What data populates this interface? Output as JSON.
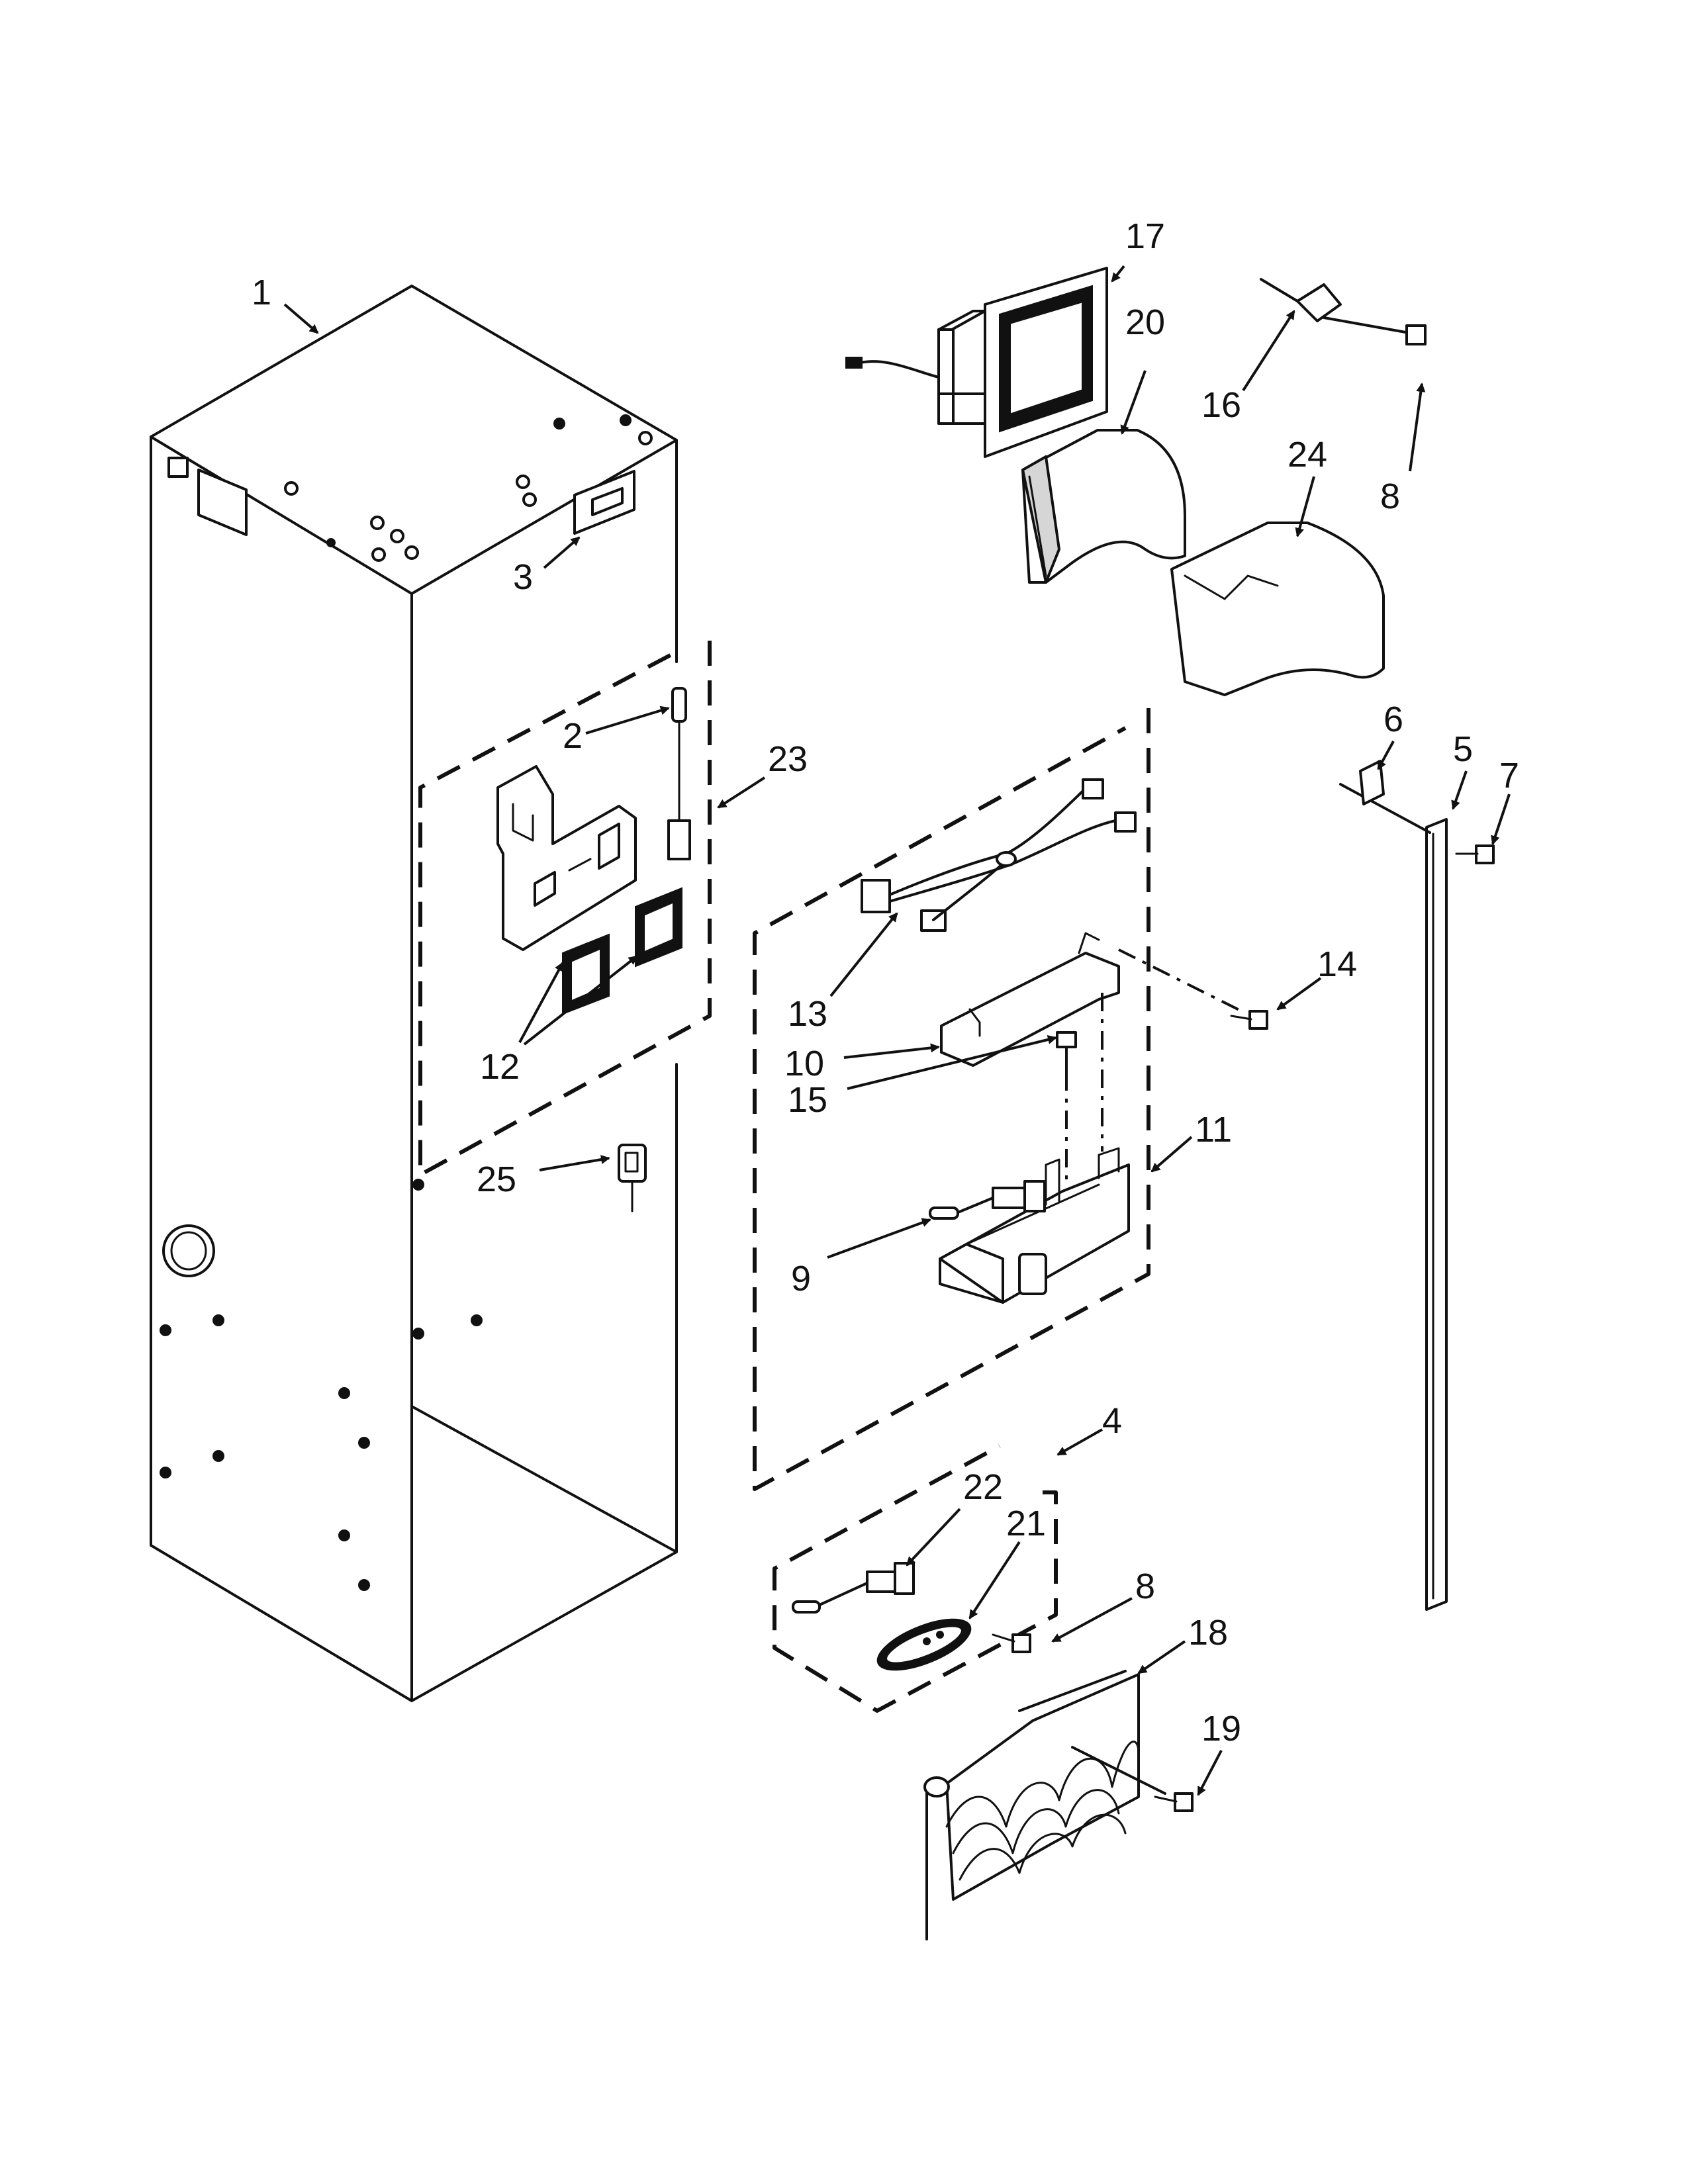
{
  "diagram": {
    "callouts": [
      "1",
      "2",
      "3",
      "4",
      "5",
      "6",
      "7",
      "8",
      "8",
      "9",
      "10",
      "11",
      "12",
      "13",
      "14",
      "15",
      "16",
      "17",
      "18",
      "19",
      "20",
      "21",
      "22",
      "23",
      "24",
      "25"
    ],
    "colors": {
      "line": "#111111",
      "background": "#ffffff",
      "shade": "#d6d6d6"
    }
  }
}
